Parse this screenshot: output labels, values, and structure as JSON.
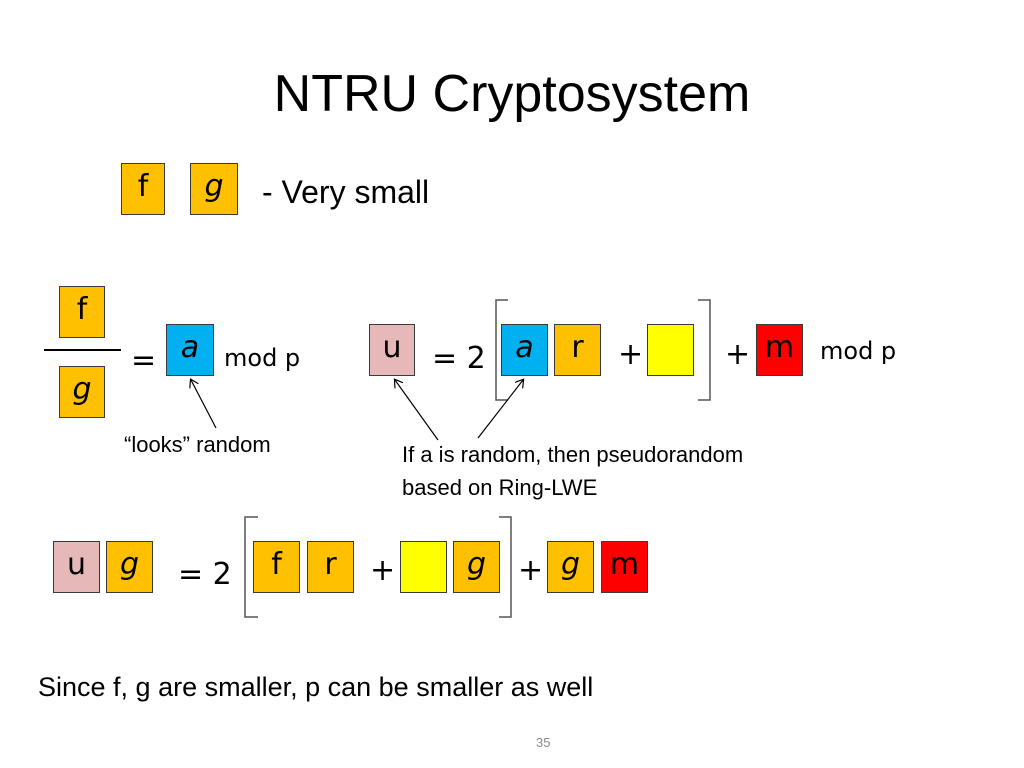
{
  "slide": {
    "title": "NTRU Cryptosystem",
    "page_number": "35"
  },
  "keys": {
    "f": "f",
    "g": "g",
    "note": "- Very small"
  },
  "eq1": {
    "num": "f",
    "den": "g",
    "equals": "=",
    "a": "a",
    "mod": "mod p",
    "caption": "“looks” random"
  },
  "eq2": {
    "u": "u",
    "equals_two": "= 2",
    "a": "a",
    "r": "r",
    "plus1": "+",
    "plus2": "+",
    "m": "m",
    "mod": "mod p",
    "caption_line1": "If a is random, then pseudorandom",
    "caption_line2": "based on Ring-LWE"
  },
  "eq3": {
    "u": "u",
    "g1": "g",
    "equals_two": "= 2",
    "f": "f",
    "r": "r",
    "plus1": "+",
    "g2": "g",
    "plus2": "+",
    "g3": "g",
    "m": "m"
  },
  "conclusion": "Since f, g are smaller, p can be smaller as well",
  "colors": {
    "orange": "#ffc000",
    "blue": "#00b0f0",
    "pink": "#e6b9b8",
    "yellow": "#ffff00",
    "red": "#ff0000"
  }
}
